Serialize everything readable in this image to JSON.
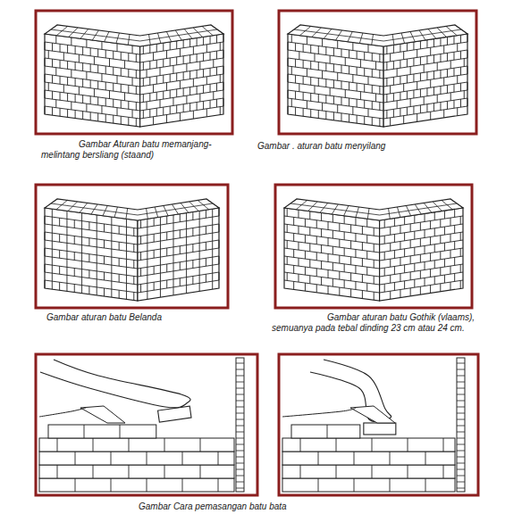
{
  "diagram": {
    "labels": [
      "Gambar Aturan batu memanjang- melintang bersliang (staand)",
      "Gambar . aturan batu menyilang",
      "Gambar aturan batu Belanda",
      "Gambar aturan batu Gothik (vlaams), semuanya pada tebal dinding 23 cm atau 24 cm.",
      "Gambar Cara pemasangan batu bata"
    ]
  }
}
